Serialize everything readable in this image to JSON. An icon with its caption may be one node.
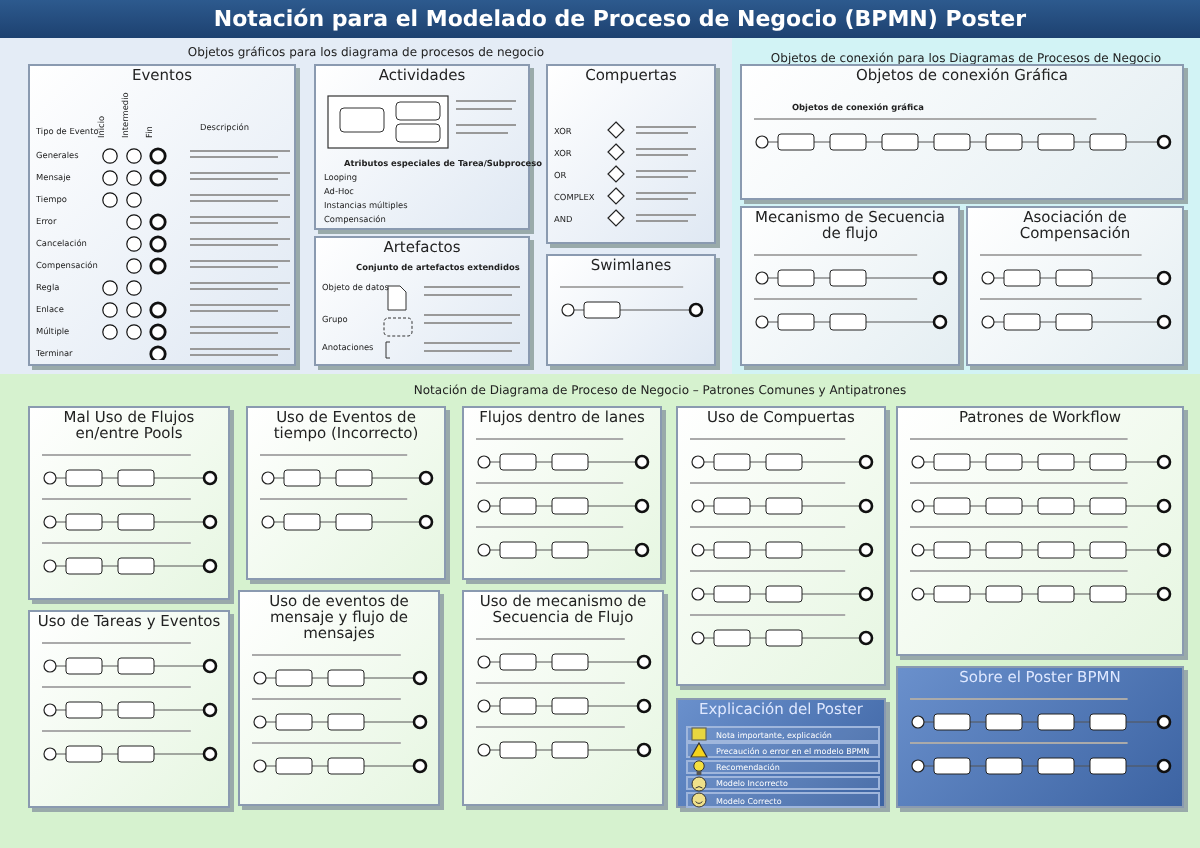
{
  "diagram": {
    "title": "Notación para el Modelado de Proceso de Negocio (BPMN) Poster",
    "nodes": [
      {
        "text": [
          "Objetos gráficos para los diagrama de procesos de negocio"
        ]
      },
      {
        "text": [
          "Eventos"
        ],
        "in": 0
      },
      {
        "text": [
          "Actividades"
        ],
        "in": 0
      },
      {
        "text": [
          "Compuertas"
        ],
        "in": 0
      },
      {
        "text": [
          "Artefactos"
        ],
        "in": 0
      },
      {
        "text": [
          "Swimlanes"
        ],
        "in": 0
      },
      {
        "text": [
          "Objetos de conexión para los Diagramas de Procesos de Negocio"
        ]
      },
      {
        "text": [
          "Objetos de conexión Gráfica"
        ],
        "in": 6
      },
      {
        "text": [
          "Mecanismo de Secuencia de flujo"
        ],
        "in": 6
      },
      {
        "text": [
          "Asociación de Compensación"
        ],
        "in": 6
      },
      {
        "text": [
          "Notación de Diagrama de Proceso de Negocio – Patrones Comunes y Antipatrones"
        ]
      },
      {
        "text": [
          "Mal Uso de Flujos en/entre Pools"
        ],
        "in": 10
      },
      {
        "text": [
          "Uso de Eventos de tiempo (Incorrecto)"
        ],
        "in": 10
      },
      {
        "text": [
          "Flujos dentro de lanes"
        ],
        "in": 10
      },
      {
        "text": [
          "Uso de Compuertas"
        ],
        "in": 10
      },
      {
        "text": [
          "Patrones de Workflow"
        ],
        "in": 10
      },
      {
        "text": [
          "Uso de Tareas y Eventos"
        ],
        "in": 10
      },
      {
        "text": [
          "Uso de eventos de mensaje y flujo de mensajes"
        ],
        "in": 10
      },
      {
        "text": [
          "Uso de mecanismo de Secuencia de Flujo"
        ],
        "in": 10
      },
      {
        "text": [
          "Explicación del Poster"
        ],
        "in": 10
      },
      {
        "text": [
          "Sobre el Poster BPMN"
        ],
        "in": 10
      }
    ],
    "labels": [
      "Tipo de Evento",
      "Inicio",
      "Intermedio",
      "Fin",
      "Descripción",
      "Generales",
      "Mensaje",
      "Tiempo",
      "Error",
      "Cancelación",
      "Compensación",
      "Regla",
      "Enlace",
      "Múltiple",
      "Terminar",
      "Atributos especiales de Tarea/Subproceso",
      "Looping",
      "Ad-Hoc",
      "Instancias múltiples",
      "Compensación",
      "XOR",
      "XOR",
      "OR",
      "COMPLEX",
      "AND",
      "Conjunto de artefactos extendidos",
      "Objeto de datos",
      "Grupo",
      "Anotaciones",
      "Objetos de conexión gráfica"
    ],
    "legend": [
      {
        "text": "Nota importante, explicación"
      },
      {
        "text": "Precaución o error en el modelo BPMN"
      },
      {
        "text": "Recomendación"
      },
      {
        "text": "Modelo Incorrecto"
      },
      {
        "text": "Modelo Correcto"
      }
    ]
  }
}
